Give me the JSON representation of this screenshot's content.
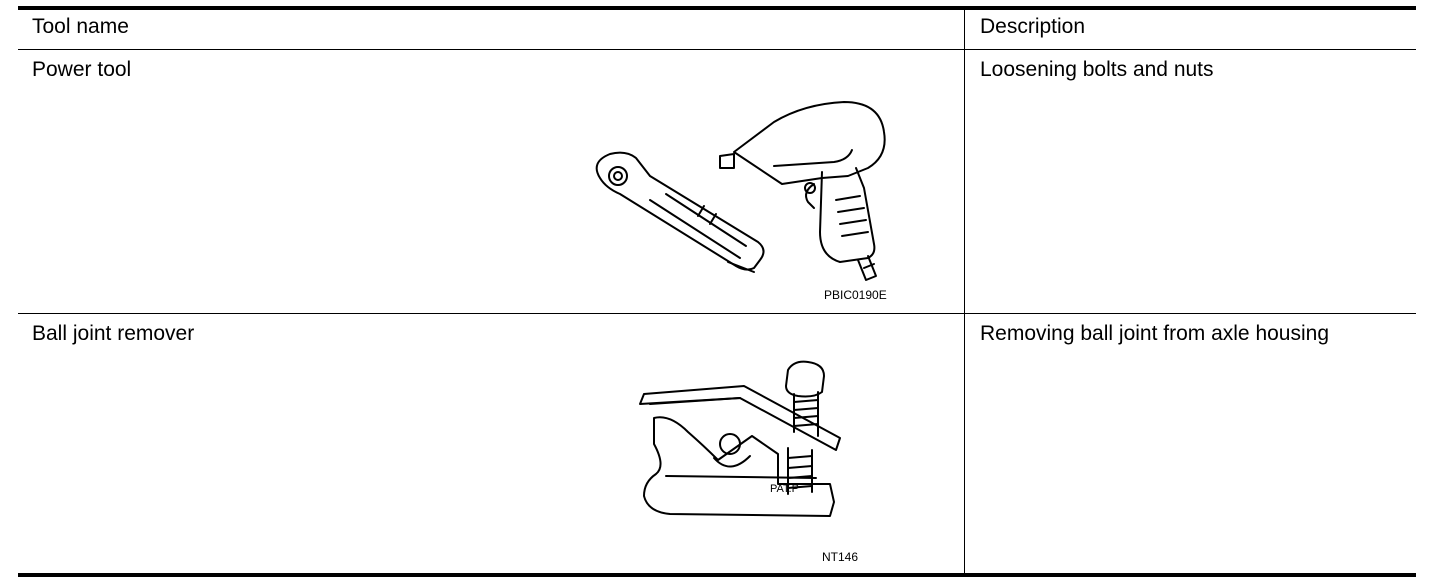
{
  "header": {
    "col_tool": "Tool name",
    "col_desc": "Description"
  },
  "rows": [
    {
      "tool": "Power tool",
      "description": "Loosening bolts and nuts",
      "figure_code": "PBIC0190E",
      "figure_icon": "power-tool-illustration"
    },
    {
      "tool": "Ball joint remover",
      "description": "Removing ball joint from axle housing",
      "figure_code": "NT146",
      "figure_label": "PAT.P",
      "figure_icon": "ball-joint-remover-illustration"
    }
  ]
}
